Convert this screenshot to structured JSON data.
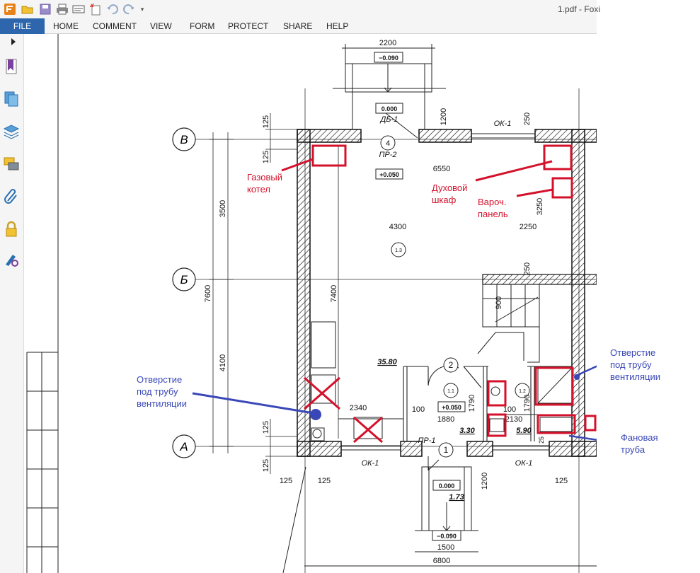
{
  "titlebar": {
    "title": "1.pdf - Foxi"
  },
  "quick_access": {
    "icons": [
      "app-logo-icon",
      "open-folder-icon",
      "save-icon",
      "print-icon",
      "scan-icon",
      "new-icon",
      "undo-icon",
      "redo-icon",
      "customize-dropdown-icon"
    ]
  },
  "menu": {
    "file": "FILE",
    "items": [
      "HOME",
      "COMMENT",
      "VIEW",
      "FORM",
      "PROTECT",
      "SHARE",
      "HELP"
    ]
  },
  "left_panel": {
    "icons": [
      "expand-arrow-icon",
      "bookmark-icon",
      "pages-icon",
      "layers-icon",
      "comments-icon",
      "attachments-icon",
      "security-icon",
      "signature-icon"
    ]
  },
  "drawing": {
    "axes": {
      "b": "В",
      "bb": "Б",
      "a": "А"
    },
    "dims": {
      "top_width": "2200",
      "top_level": "−0.090",
      "door_level": "0.000",
      "door_code": "ДБ-1",
      "dim_1200_top": "1200",
      "ok1_top": "ОК-1",
      "d250_tr": "250",
      "d125_a": "125",
      "d125_b": "125",
      "room4": "4",
      "pr2": "ПР-2",
      "plus050_top": "+0.050",
      "w6550": "6550",
      "h3500": "3500",
      "h3250": "3250",
      "w4300": "4300",
      "w2250": "2250",
      "room13": "1.3",
      "d250_mid": "250",
      "h7600": "7600",
      "h7400": "7400",
      "d900": "900",
      "h4100": "4100",
      "area3580": "35.80",
      "room2": "2",
      "room11": "1.1",
      "room12": "1.2",
      "plus050_bot": "+0.050",
      "h1790a": "1790",
      "h1790b": "1790",
      "w2340": "2340",
      "w100a": "100",
      "w100b": "100",
      "w1880": "1880",
      "w2130": "2130",
      "area330": "3.30",
      "area590": "5.90",
      "pr1": "ПР-1",
      "room1": "1",
      "d125_c": "125",
      "d125_d": "125",
      "ok1_bl": "ОК-1",
      "ok1_br": "ОК-1",
      "d125_e": "125",
      "d125_f": "125",
      "d125_g": "125",
      "d1200_bot": "1200",
      "lvl_000_bot": "0.000",
      "stair173": "1.73",
      "lvl_090_bot": "−0.090",
      "w1500": "1500",
      "w6800": "6800",
      "d25": "25"
    }
  },
  "annotations": {
    "gas_boiler": [
      "Газовый",
      "котел"
    ],
    "oven": [
      "Духовой",
      "шкаф"
    ],
    "hob": [
      "Вароч.",
      "панель"
    ],
    "vent_right": [
      "Отверстие",
      "под трубу",
      "вентиляции"
    ],
    "vent_left": [
      "Отверстие",
      "под трубу",
      "вентиляции"
    ],
    "fan_pipe": [
      "Фановая",
      "труба"
    ]
  },
  "colors": {
    "menu_bg": "#f5f5f5",
    "file_bg": "#2d66ad",
    "annotation_red": "#d4112b",
    "annotation_blue": "#3a48b7",
    "drawing_line": "#1a1a1a"
  }
}
